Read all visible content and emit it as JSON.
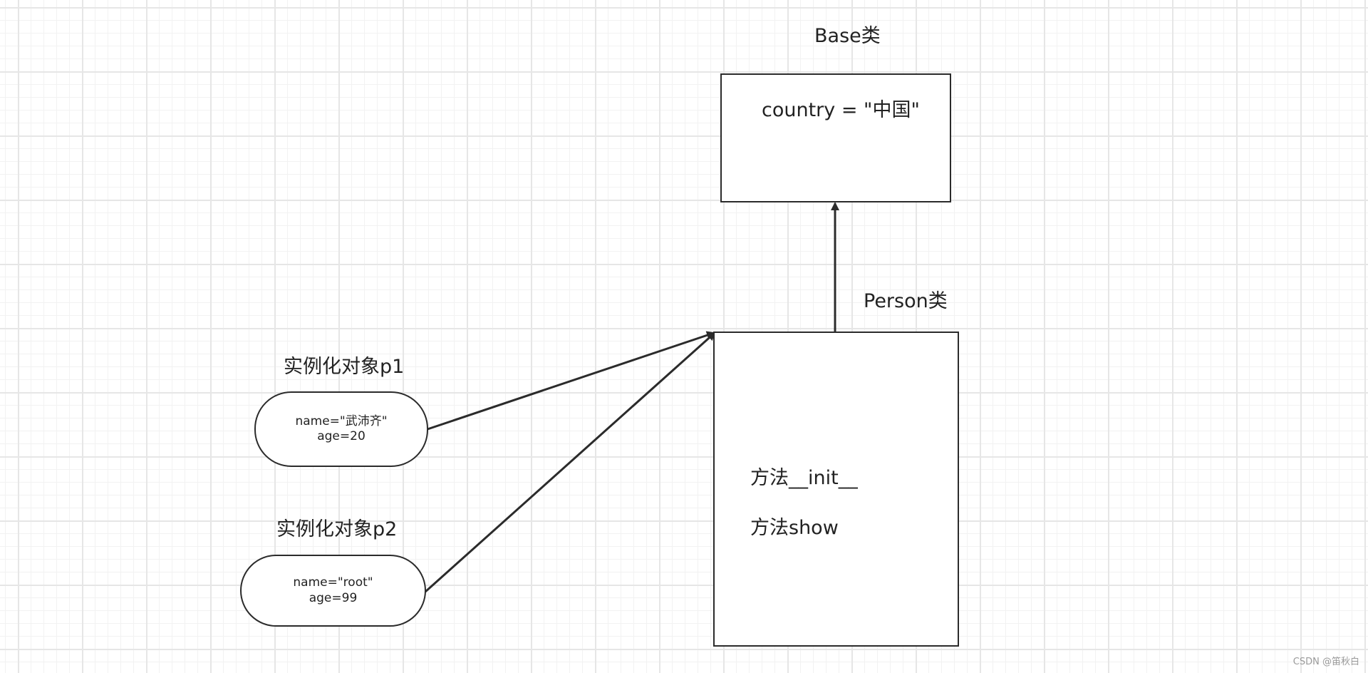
{
  "diagram": {
    "base_class": {
      "title": "Base类",
      "attribute": "country = \"中国\""
    },
    "person_class": {
      "title": "Person类",
      "method_init": "方法__init__",
      "method_show": "方法show"
    },
    "instances": [
      {
        "title": "实例化对象p1",
        "name_line": "name=\"武沛齐\"",
        "age_line": "age=20"
      },
      {
        "title": "实例化对象p2",
        "name_line": "name=\"root\"",
        "age_line": "age=99"
      }
    ]
  },
  "watermark": "CSDN @笛秋白",
  "colors": {
    "stroke": "#2b2b2b",
    "grid_major": "#e6e6e6",
    "grid_minor": "#f2f2f2"
  }
}
